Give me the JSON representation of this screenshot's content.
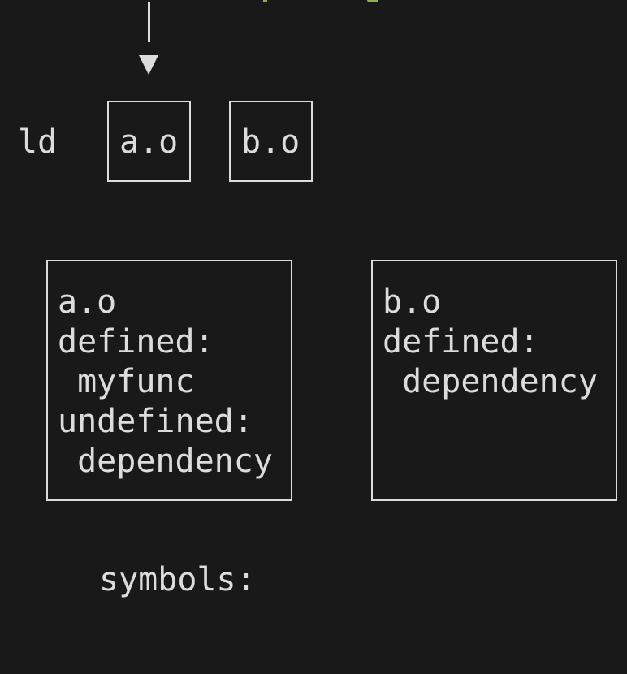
{
  "linker_label": "ld",
  "inputs": [
    "a.o",
    "b.o"
  ],
  "objects": [
    {
      "name": "a.o",
      "lines": [
        "a.o",
        "defined:",
        " myfunc",
        "undefined:",
        " dependency"
      ]
    },
    {
      "name": "b.o",
      "lines": [
        "b.o",
        "defined:",
        " dependency"
      ]
    }
  ],
  "symbols_label": "symbols:",
  "colors": {
    "background": "#191919",
    "text": "#dcdcdc",
    "accent": "#8fb04a"
  }
}
